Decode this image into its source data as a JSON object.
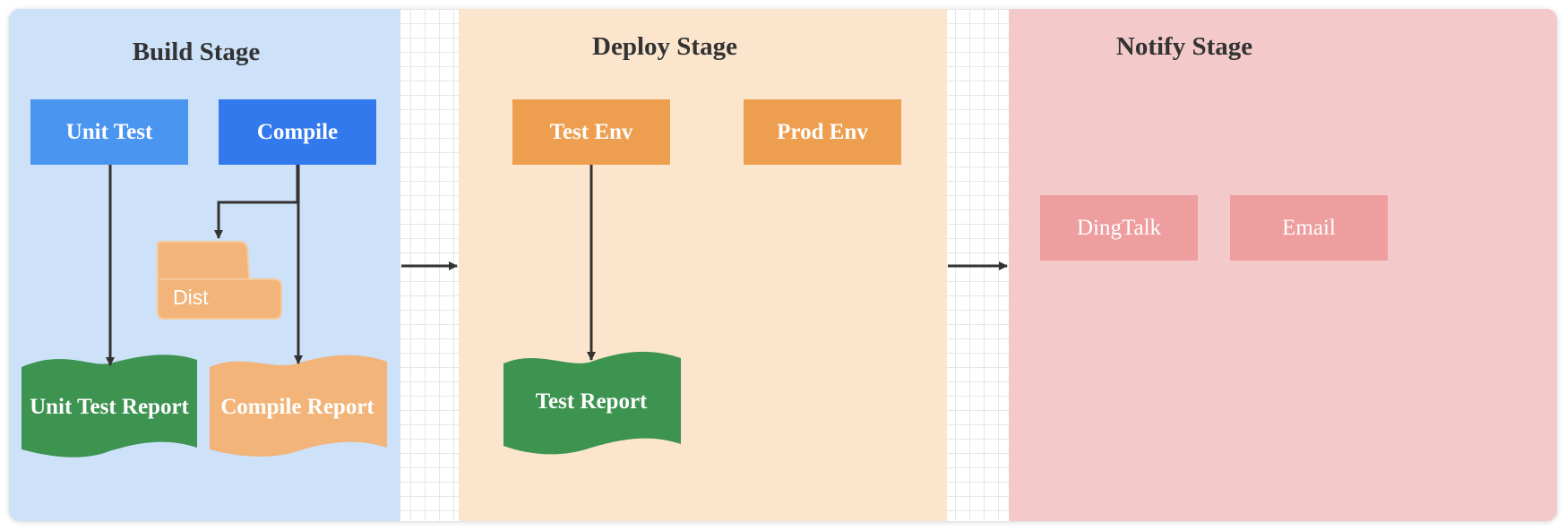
{
  "lanes": {
    "build": {
      "title": "Build Stage",
      "color": "#cde1f8"
    },
    "deploy": {
      "title": "Deploy Stage",
      "color": "#fbe5cd"
    },
    "notify": {
      "title": "Notify Stage",
      "color": "#f4c9ca"
    }
  },
  "nodes": {
    "unit_test": {
      "label": "Unit Test",
      "color": "#4a95ef"
    },
    "compile": {
      "label": "Compile",
      "color": "#3279ed"
    },
    "dist": {
      "label": "Dist",
      "color": "#f2b478"
    },
    "unit_test_report": {
      "label": "Unit Test Report",
      "color": "#3d9350"
    },
    "compile_report": {
      "label": "Compile Report",
      "color": "#f2b478"
    },
    "test_env": {
      "label": "Test Env",
      "color": "#ee9e4f"
    },
    "prod_env": {
      "label": "Prod Env",
      "color": "#ee9e4f"
    },
    "test_report": {
      "label": "Test Report",
      "color": "#3d9350"
    },
    "dingtalk": {
      "label": "DingTalk",
      "color": "#ee9e9e"
    },
    "email": {
      "label": "Email",
      "color": "#ee9e9e"
    }
  },
  "edges": [
    {
      "from": "Unit Test",
      "to": "Unit Test Report"
    },
    {
      "from": "Compile",
      "to": "Dist"
    },
    {
      "from": "Compile",
      "to": "Compile Report"
    },
    {
      "from": "Test Env",
      "to": "Test Report"
    },
    {
      "from": "Build Stage",
      "to": "Deploy Stage"
    },
    {
      "from": "Deploy Stage",
      "to": "Notify Stage"
    }
  ],
  "colors": {
    "edge": "#333333",
    "grid": "#e6e6e6"
  }
}
